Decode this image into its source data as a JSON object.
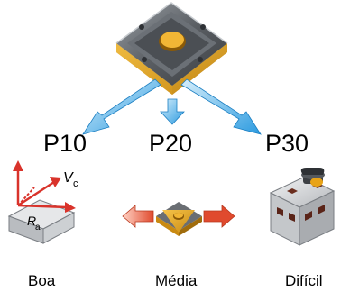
{
  "grades": [
    "P10",
    "P20",
    "P30"
  ],
  "conditions": [
    "Boa",
    "Média",
    "Difícil"
  ],
  "vector_labels": {
    "cutting_speed": "V",
    "cutting_speed_sub": "c",
    "roughness": "R",
    "roughness_sub": "a"
  },
  "colors": {
    "insert_gold": "#E8A317",
    "insert_gray": "#5A5E63",
    "arrow_blue": "#3FA9E8",
    "arrow_red": "#E86A4F",
    "axis_red": "#D9332B"
  },
  "icons": [
    "cutting-insert-icon",
    "machining-vector-icon",
    "insert-arrows-icon",
    "workpiece-clamp-icon"
  ]
}
